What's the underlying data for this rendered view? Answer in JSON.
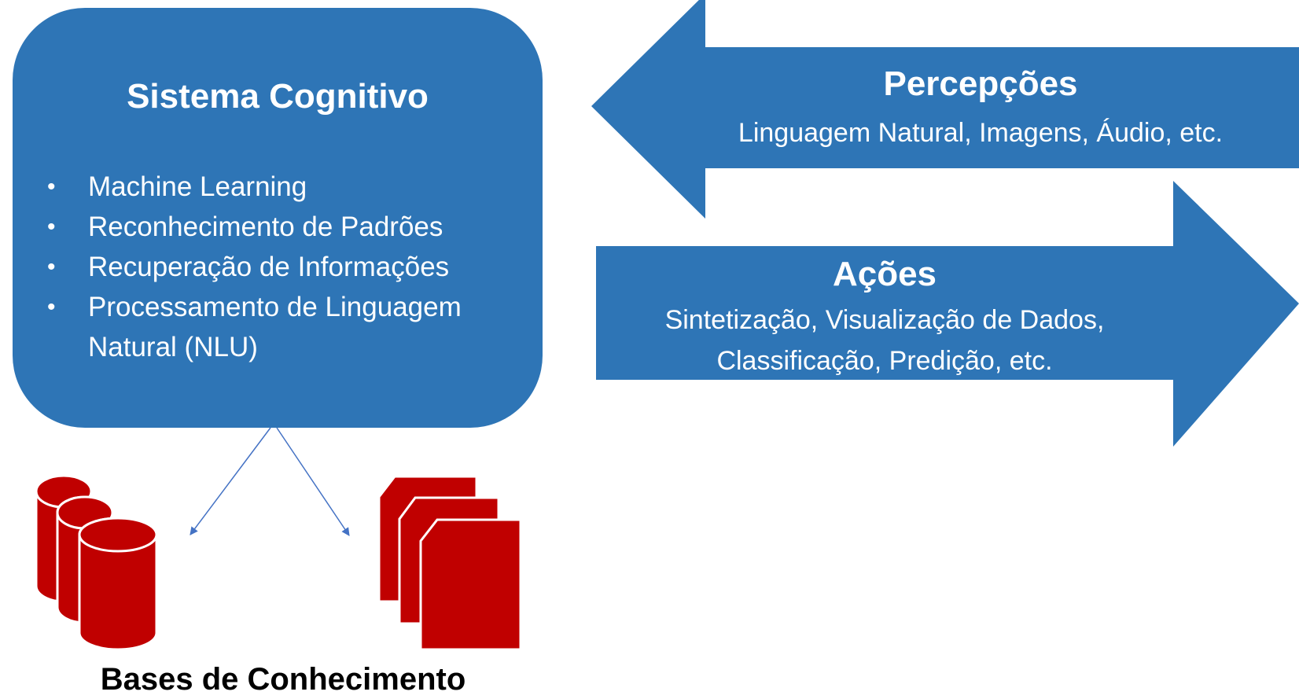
{
  "colors": {
    "box": "#2E75B6",
    "arrows": "#2E75B6",
    "connectors": "#4472C4",
    "kb_icons": "#C00000",
    "text_on_blue": "#FFFFFF",
    "label": "#000000"
  },
  "cognitive_system": {
    "title": "Sistema Cognitivo",
    "bullet_symbol": "•",
    "items": [
      "Machine Learning",
      "Reconhecimento de Padrões",
      "Recuperação de Informações",
      "Processamento de Linguagem Natural (NLU)"
    ]
  },
  "perceptions_arrow": {
    "direction": "left",
    "title": "Percepções",
    "subtitle": "Linguagem Natural, Imagens, Áudio, etc."
  },
  "actions_arrow": {
    "direction": "right",
    "title": "Ações",
    "subtitle_lines": [
      "Sintetização, Visualização de Dados,",
      "Classificação, Predição, etc."
    ]
  },
  "knowledge_bases": {
    "label": "Bases de Conhecimento",
    "icons": [
      "database-stack-icon",
      "document-stack-icon"
    ]
  }
}
